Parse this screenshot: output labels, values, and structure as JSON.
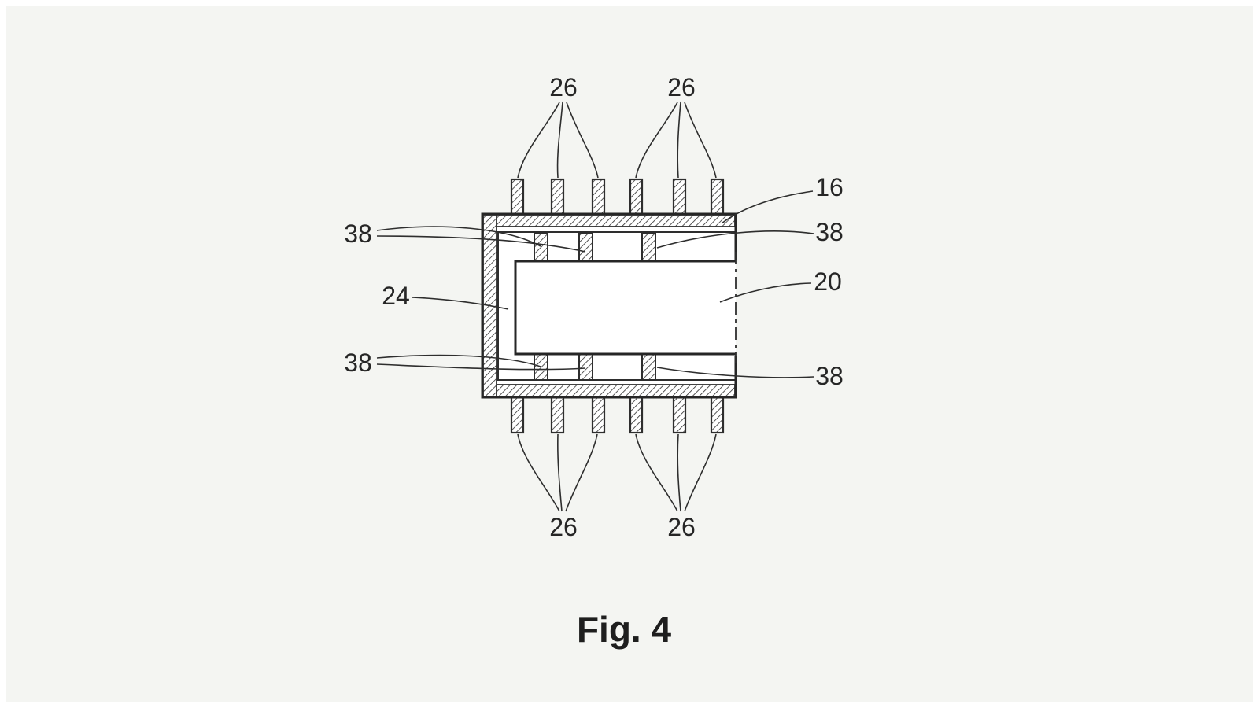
{
  "figure": {
    "caption": "Fig. 4",
    "labels": {
      "lead_top_left": "26",
      "lead_top_right": "26",
      "housing": "16",
      "joint_top_left": "38",
      "joint_top_right": "38",
      "wall": "24",
      "die": "20",
      "joint_bottom_left": "38",
      "joint_bottom_right": "38",
      "lead_bottom_left": "26",
      "lead_bottom_right": "26"
    },
    "colors": {
      "ink": "#2b2b2b",
      "background": "#f4f5f2"
    }
  }
}
